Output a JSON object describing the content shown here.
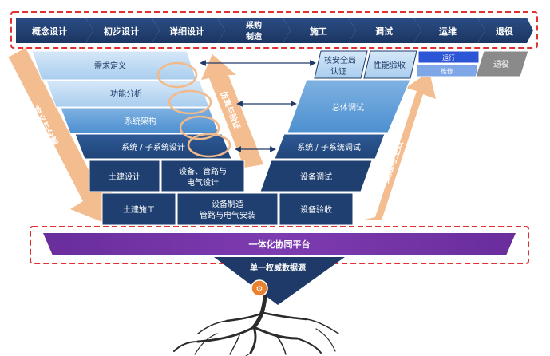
{
  "phases": [
    "概念设计",
    "初步设计",
    "详细设计",
    "采购",
    "制造",
    "施工",
    "调试",
    "运维",
    "退役"
  ],
  "left_v": {
    "req": "需求定义",
    "func": "功能分析",
    "arch": "系统架构",
    "subsys": "系统 / 子系统设计",
    "civil_design": "土建设计",
    "equip_design_1": "设备、管路与",
    "equip_design_2": "电气设计"
  },
  "bottom": {
    "civil_build": "土建施工",
    "equip_mfg_1": "设备制造",
    "equip_mfg_2": "管路与电气安装",
    "equip_accept": "设备验收"
  },
  "right_v": {
    "nuclear_1": "核安全局",
    "nuclear_2": "认证",
    "perf": "性能验收",
    "run": "运行",
    "maint": "维修",
    "retire": "退役",
    "overall": "总体调试",
    "subsys_test": "系统 / 子系统调试",
    "equip_test": "设备调试"
  },
  "arrows": {
    "left": "定义与分解",
    "mid": "仿真与验证",
    "right": "集成与生效"
  },
  "platform": "一体化协同平台",
  "source": "单一权威数据源",
  "colors": {
    "navy": "#1f3a68",
    "purple": "#7030a0",
    "dashed_red": "#e03030",
    "arrow": "#f2b98a",
    "light_blue": "#bcd8f3",
    "mid_blue": "#5b9bd5"
  }
}
